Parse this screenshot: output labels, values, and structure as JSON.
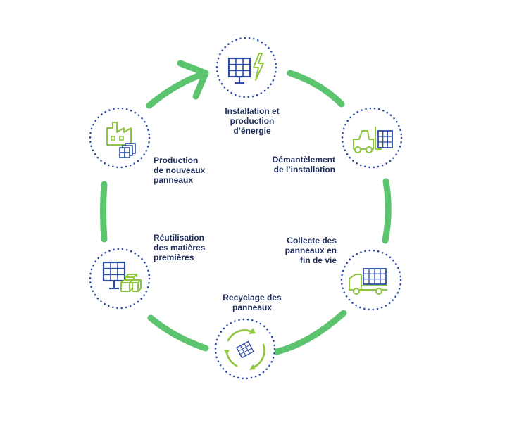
{
  "colors": {
    "green": "#5cc46f",
    "icon_green": "#8dc63f",
    "blue": "#2c4ca8",
    "text": "#1f2e5c"
  },
  "steps": [
    {
      "label": "Installation et\nproduction\nd’énergie",
      "icon": "solar-panel-lightning-icon"
    },
    {
      "label": "Démantèlement\nde l’installation",
      "icon": "forklift-icon"
    },
    {
      "label": "Collecte des\npanneaux en\nfin de vie",
      "icon": "truck-icon"
    },
    {
      "label": "Recyclage des\npanneaux",
      "icon": "recycle-icon"
    },
    {
      "label": "Réutilisation\ndes matières\npremières",
      "icon": "raw-materials-icon"
    },
    {
      "label": "Production\nde nouveaux\npanneaux",
      "icon": "factory-icon"
    }
  ]
}
